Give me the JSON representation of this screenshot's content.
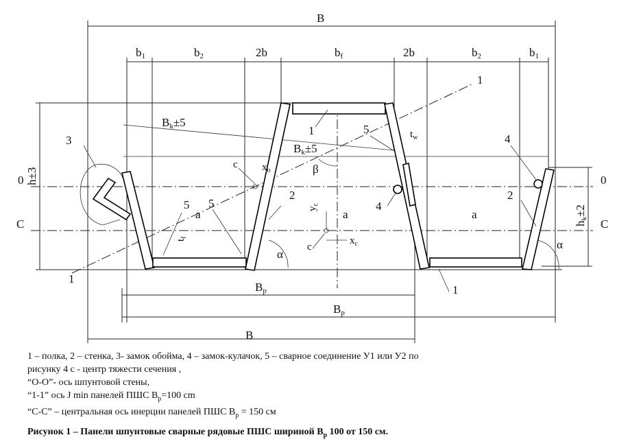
{
  "labels": {
    "B": "B",
    "b1": "b",
    "b1_sub": "1",
    "b2": "b",
    "b2_sub": "2",
    "two_b": "2b",
    "bf": "b",
    "bf_sub": "f",
    "bk": "B",
    "bk_sub": "k",
    "bk_tol": "±5",
    "bp": "B",
    "bp_sub": "p",
    "tw": "t",
    "tw_sub": "w",
    "tf": "t",
    "tf_sub": "f",
    "xc": "x",
    "xc_sub": "c",
    "yc": "y",
    "yc_sub": "c",
    "xo": "x",
    "xo_sub": "o",
    "h": "h±3",
    "hk": "h",
    "hk_sub": "k",
    "hk_tol": "±2",
    "a": "a",
    "c": "c",
    "alpha": "α",
    "beta": "β",
    "axis_0": "0",
    "axis_C": "C",
    "n1": "1",
    "n2": "2",
    "n3": "3",
    "n4": "4",
    "n5": "5"
  },
  "legend": {
    "line1": "1 – полка, 2 – стенка, 3- замок обойма, 4 – замок-кулачок, 5 – сварное соединение У1 или У2 по",
    "line2": "рисунку 4 с - центр тяжести сечения ,",
    "line3": "“О-О”- ось шпунтовой стены,",
    "line4_a": "“1-1” ось J min панелей ПШС В",
    "line4_sub": "р",
    "line4_b": "=100 cm",
    "line5_a": "“С-С” – центральная ось инерции панелей  ПШС В",
    "line5_sub": "р",
    "line5_b": " = 150 см"
  },
  "caption": {
    "text_a": "Рисунок 1 – Панели шпунтовые сварные рядовые  ПШС шириной В",
    "sub": "р",
    "text_b": " 100 от 150 см."
  }
}
